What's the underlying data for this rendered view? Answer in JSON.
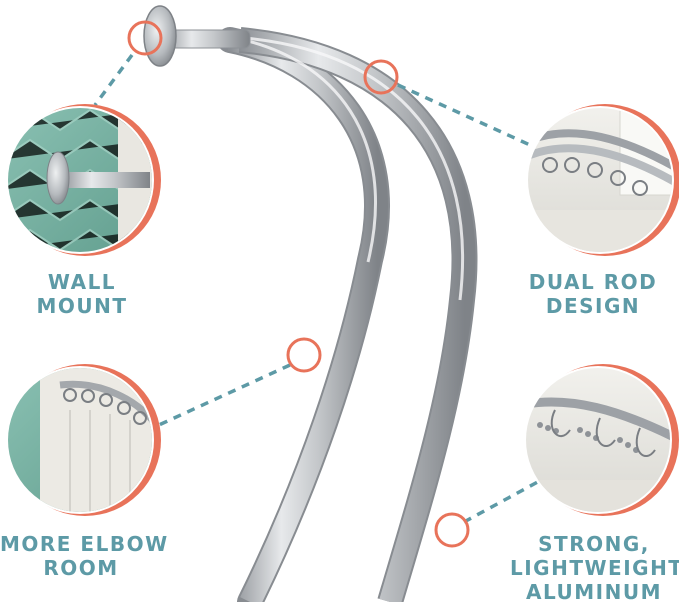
{
  "features": {
    "wall_mount": {
      "line1": "WALL",
      "line2": "MOUNT"
    },
    "dual_rod": {
      "line1": "DUAL ROD",
      "line2": "DESIGN"
    },
    "elbow_room": {
      "line1": "MORE ELBOW",
      "line2": "ROOM"
    },
    "strong": {
      "line1": "STRONG,",
      "line2": "LIGHTWEIGHT",
      "line3": "ALUMINUM"
    }
  },
  "colors": {
    "label_teal": "#5d9aa6",
    "accent_coral": "#e8735a",
    "rod_silver": "#b8bcc0"
  },
  "icons": [
    "wall-mount-detail",
    "dual-rod-detail",
    "elbow-room-detail",
    "strong-rod-detail"
  ]
}
